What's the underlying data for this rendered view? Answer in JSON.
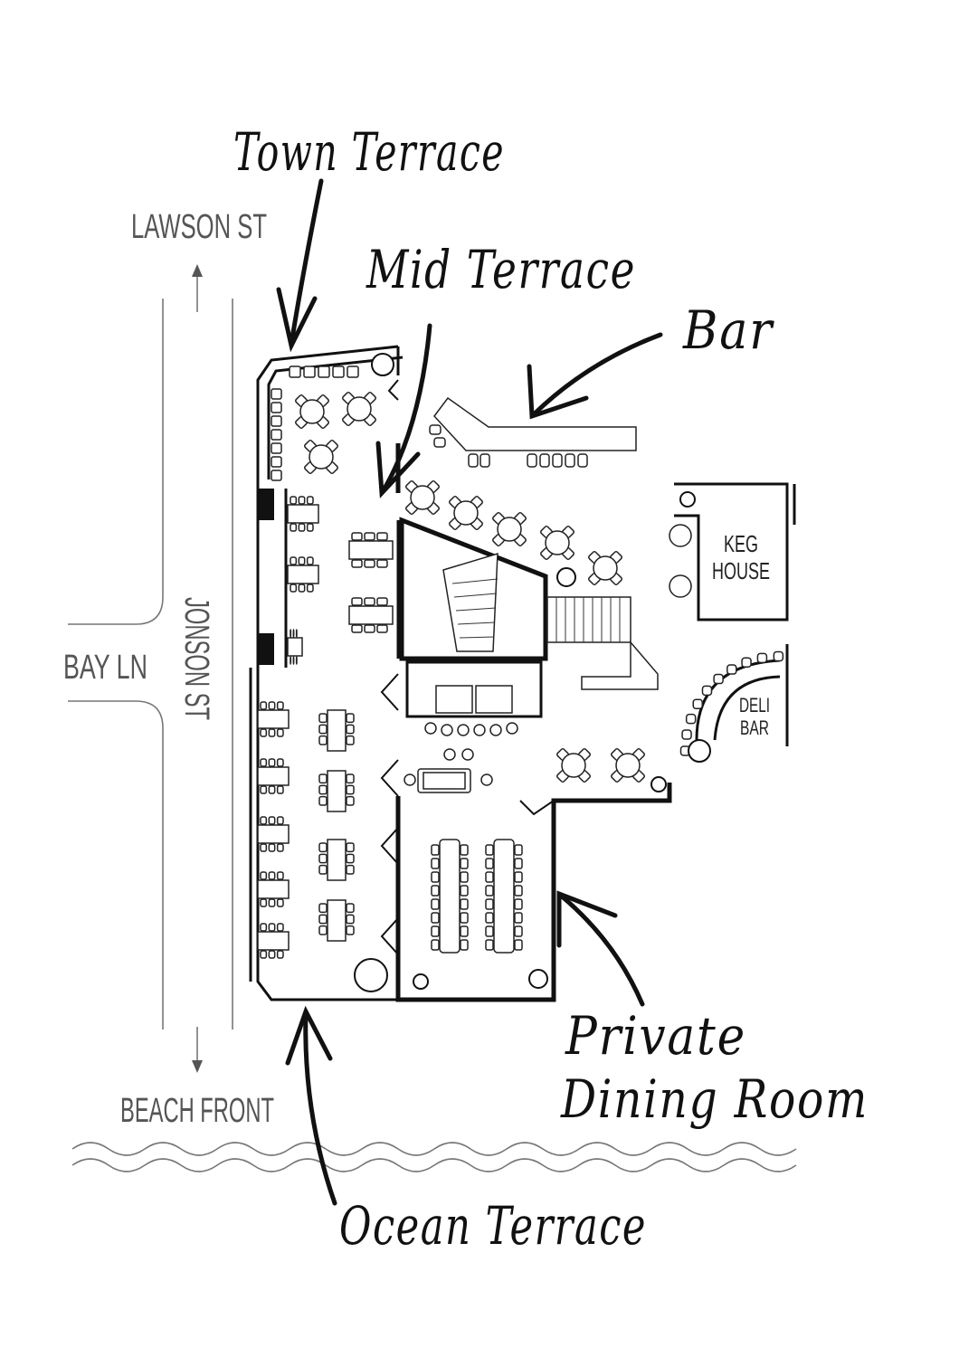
{
  "streets": {
    "lawson": "LAWSON ST",
    "bay": "BAY LN",
    "jonson": "JONSON ST",
    "beach": "BEACH FRONT"
  },
  "areas": {
    "town_terrace": "Town Terrace",
    "mid_terrace": "Mid Terrace",
    "bar": "Bar",
    "private_dining_line1": "Private",
    "private_dining_line2": "Dining Room",
    "ocean_terrace": "Ocean Terrace"
  },
  "rooms": {
    "keg_line1": "KEG",
    "keg_line2": "HOUSE",
    "deli_line1": "DELI",
    "deli_line2": "BAR"
  }
}
